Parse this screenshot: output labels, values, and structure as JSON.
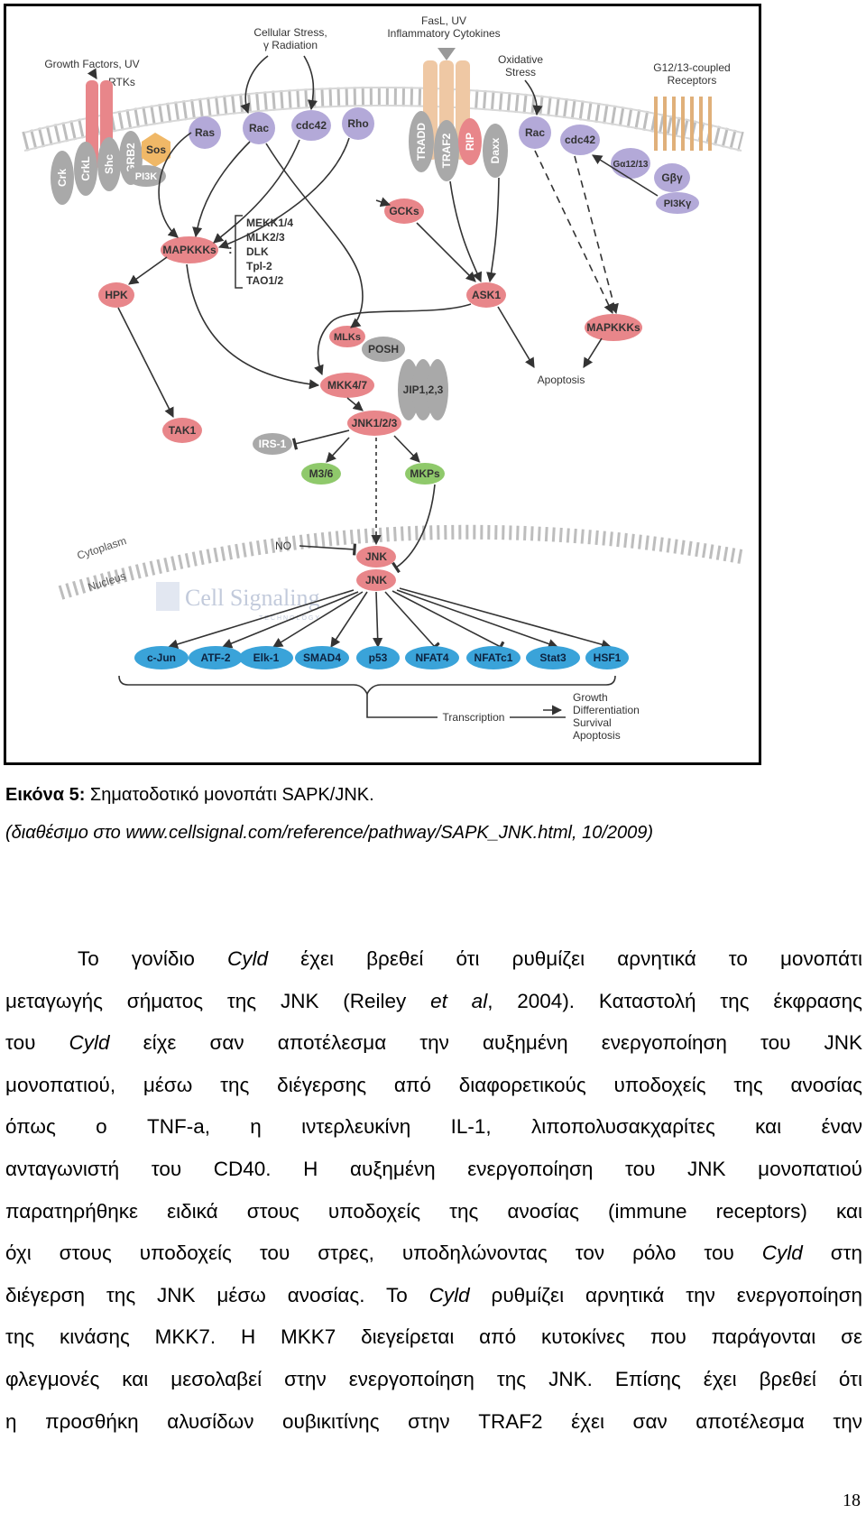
{
  "colors": {
    "red": "#e8868a",
    "redDark": "#c65a5e",
    "purple": "#b3a9d8",
    "gray": "#a9a9a9",
    "orange": "#f0b867",
    "green": "#8fc96b",
    "blue": "#3aa3d9",
    "tan": "#efc8a4",
    "membrane": "#bdbdbd",
    "arrow": "#333333"
  },
  "diagram": {
    "stimuli": {
      "growth": "Growth Factors, UV",
      "stress": "Cellular Stress,",
      "radiation": "γ Radiation",
      "fasl": "FasL, UV",
      "inflammatory": "Inflammatory Cytokines",
      "oxidative": "Oxidative",
      "oxidative2": "Stress",
      "g1213": "G12/13-coupled",
      "receptors": "Receptors"
    },
    "receptors": {
      "rtks": "RTKs"
    },
    "adaptors": {
      "crk": "Crk",
      "crkl": "CrkL",
      "shc": "Shc",
      "grb2": "GRB2",
      "sos": "Sos",
      "pi3k": "PI3K",
      "tradd": "TRADD",
      "traf2": "TRAF2",
      "rip": "RIP",
      "daxx": "Daxx"
    },
    "gproteins": {
      "ras": "Ras",
      "rac": "Rac",
      "cdc42": "cdc42",
      "rho": "Rho",
      "rac2": "Rac",
      "cdc42b": "cdc42",
      "ga": "Gα12/13",
      "gbg": "Gβγ",
      "pi3kg": "PI3Kγ"
    },
    "kinases": {
      "mapkkks": "MAPKKKs",
      "hpk": "HPK",
      "tak1": "TAK1",
      "gcks": "GCKs",
      "ask1": "ASK1",
      "mapkkks2": "MAPKKKs",
      "mlks": "MLKs",
      "mkk47": "MKK4/7",
      "jnk123": "JNK1/2/3",
      "jnk1": "JNK",
      "jnk2": "JNK"
    },
    "mekk_list": [
      "MEKK1/4",
      "MLK2/3",
      "DLK",
      "Tpl-2",
      "TAO1/2"
    ],
    "scaffolds": {
      "posh": "POSH",
      "jip": "JIP1,2,3"
    },
    "others": {
      "irs1": "IRS-1",
      "m36": "M3/6",
      "mkps": "MKPs",
      "no": "NO",
      "apoptosis": "Apoptosis",
      "cytoplasm": "Cytoplasm",
      "nucleus": "Nucleus",
      "transcription": "Transcription"
    },
    "logo": {
      "name": "Cell Signaling",
      "sub": "TECHNOLOGY"
    },
    "tfs": [
      "c-Jun",
      "ATF-2",
      "Elk-1",
      "SMAD4",
      "p53",
      "NFAT4",
      "NFATc1",
      "Stat3",
      "HSF1"
    ],
    "outcomes": [
      "Growth",
      "Differentiation",
      "Survival",
      "Apoptosis"
    ]
  },
  "caption": {
    "label": "Εικόνα 5:",
    "title": "Σηματοδοτικό μονοπάτι SAPK/JNK.",
    "source_open": "(διαθέσιμο στο ",
    "source_url": "www.cellsignal.com/reference/pathway/SAPK_JNK.html",
    "source_date": ", 10/2009)"
  },
  "paragraph": {
    "lines": [
      [
        "Το γονίδιο ",
        {
          "i": "Cyld"
        },
        " έχει βρεθεί ότι ρυθμίζει αρνητικά το μονοπάτι"
      ],
      [
        "μεταγωγής σήματος της JNK (Reiley ",
        {
          "i": "et al"
        },
        ", 2004). Καταστολή της έκφρασης"
      ],
      [
        "του ",
        {
          "i": "Cyld"
        },
        " είχε σαν αποτέλεσμα την αυξημένη ενεργοποίηση του JNK"
      ],
      [
        "μονοπατιού, μέσω της διέγερσης από διαφορετικούς υποδοχείς της ανοσίας"
      ],
      [
        "όπως ο TNF-a, η ιντερλευκίνη IL-1, λιποπολυσακχαρίτες και έναν"
      ],
      [
        "ανταγωνιστή του CD40. Η αυξημένη ενεργοποίηση του JNK μονοπατιού"
      ],
      [
        "παρατηρήθηκε ειδικά στους υποδοχείς της ανοσίας (immune receptors) και"
      ],
      [
        "όχι  στους υποδοχείς του στρες, υποδηλώνοντας τον ρόλο του ",
        {
          "i": "Cyld"
        },
        " στη"
      ],
      [
        "διέγερση της JNK μέσω ανοσίας. Το ",
        {
          "i": "Cyld"
        },
        " ρυθμίζει αρνητικά την ενεργοποίηση"
      ],
      [
        "της κινάσης MKK7. Η MKK7 διεγείρεται από κυτοκίνες που παράγονται σε"
      ],
      [
        "φλεγμονές και μεσολαβεί στην ενεργοποίηση της JNK. Επίσης έχει βρεθεί ότι"
      ],
      [
        "η προσθήκη αλυσίδων ουβικιτίνης στην TRAF2 έχει σαν αποτέλεσμα την"
      ]
    ]
  },
  "page_number": "18"
}
